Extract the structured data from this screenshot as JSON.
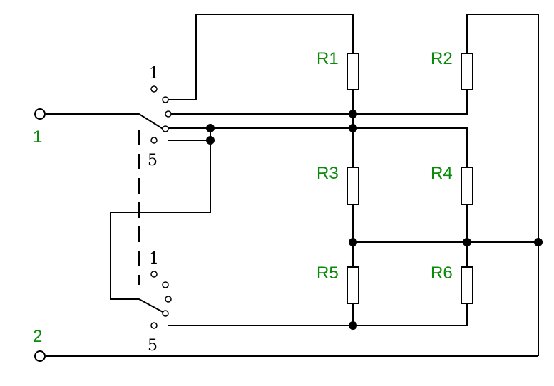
{
  "terminals": {
    "t1": "1",
    "t2": "2"
  },
  "resistors": {
    "r1": "R1",
    "r2": "R2",
    "r3": "R3",
    "r4": "R4",
    "r5": "R5",
    "r6": "R6"
  },
  "switches": {
    "upper": {
      "first_position": "1",
      "last_position": "5"
    },
    "lower": {
      "first_position": "1",
      "last_position": "5"
    }
  },
  "colors": {
    "label": "#0a8a0a",
    "wire": "#000000"
  }
}
